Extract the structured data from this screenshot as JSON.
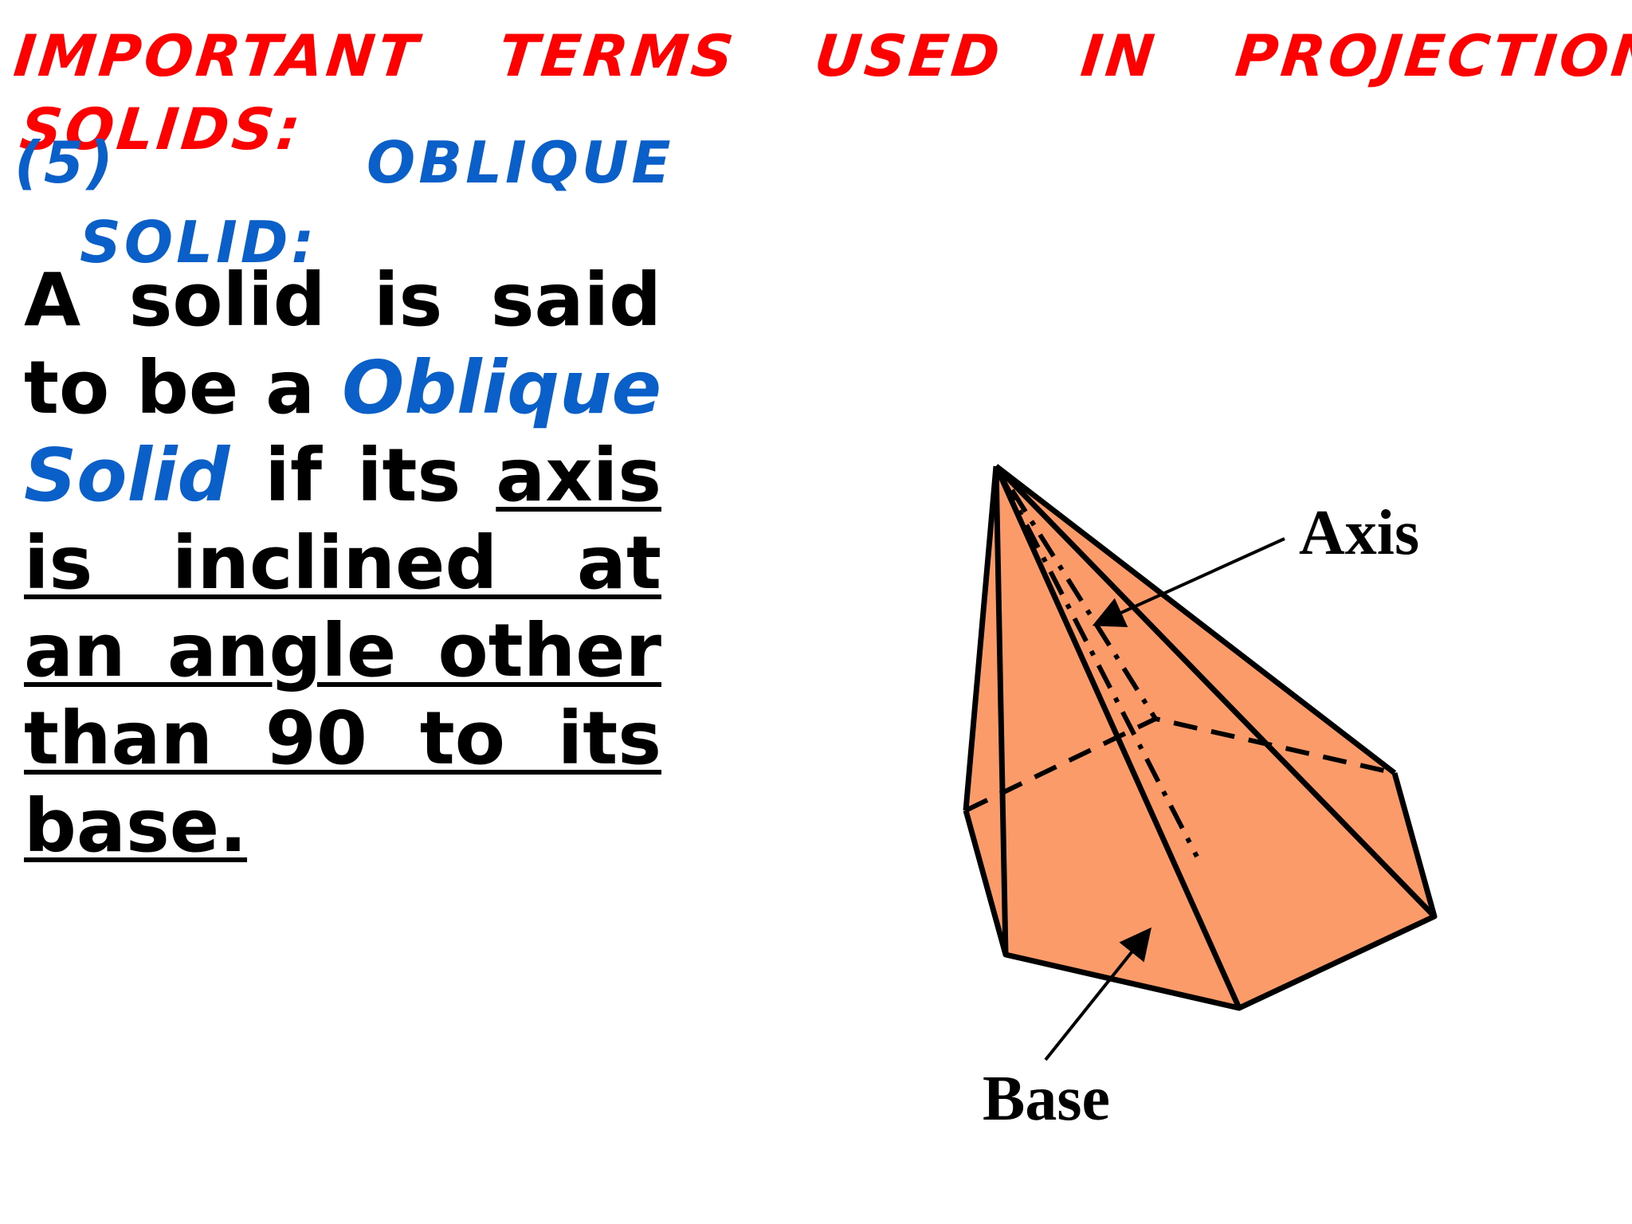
{
  "slide": {
    "title_line1": "Important Terms Used in Projections of",
    "title_line2": "Solids:",
    "subtitle_number": "(5)",
    "subtitle_word1": "Oblique",
    "subtitle_word2": "Solid:",
    "definition": {
      "part1": "A solid is said to be a ",
      "term": "Oblique Solid",
      "part2": " if its ",
      "underlined": "axis is inclined at an angle other than 90 to its base."
    }
  },
  "diagram": {
    "axis_label": "Axis",
    "base_label": "Base",
    "fill_color": "#fc9b6a",
    "title_color": "#ff0000",
    "accent_color": "#0a5fc8"
  }
}
